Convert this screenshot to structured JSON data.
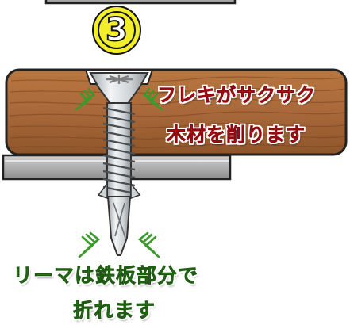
{
  "step": {
    "number": "3",
    "badge_color": "#f3ee2a"
  },
  "annotations": {
    "top_line1": "フレキがサクサク",
    "top_line2": "木材を削ります",
    "bottom_line1": "リーマは鉄板部分で",
    "bottom_line2": "折れます"
  },
  "colors": {
    "wood": "#a8683a",
    "steel_plate": "#b5b5b5",
    "screw": "#d9dde0",
    "chip_arrows": "#3a9a2a",
    "accent_red": "#c8141b",
    "accent_green": "#2f7d1c"
  },
  "icons": {
    "step_badge": "circled-number-icon",
    "chip_arrows": "chevron-arrows-icon",
    "screw": "drill-screw-icon"
  }
}
